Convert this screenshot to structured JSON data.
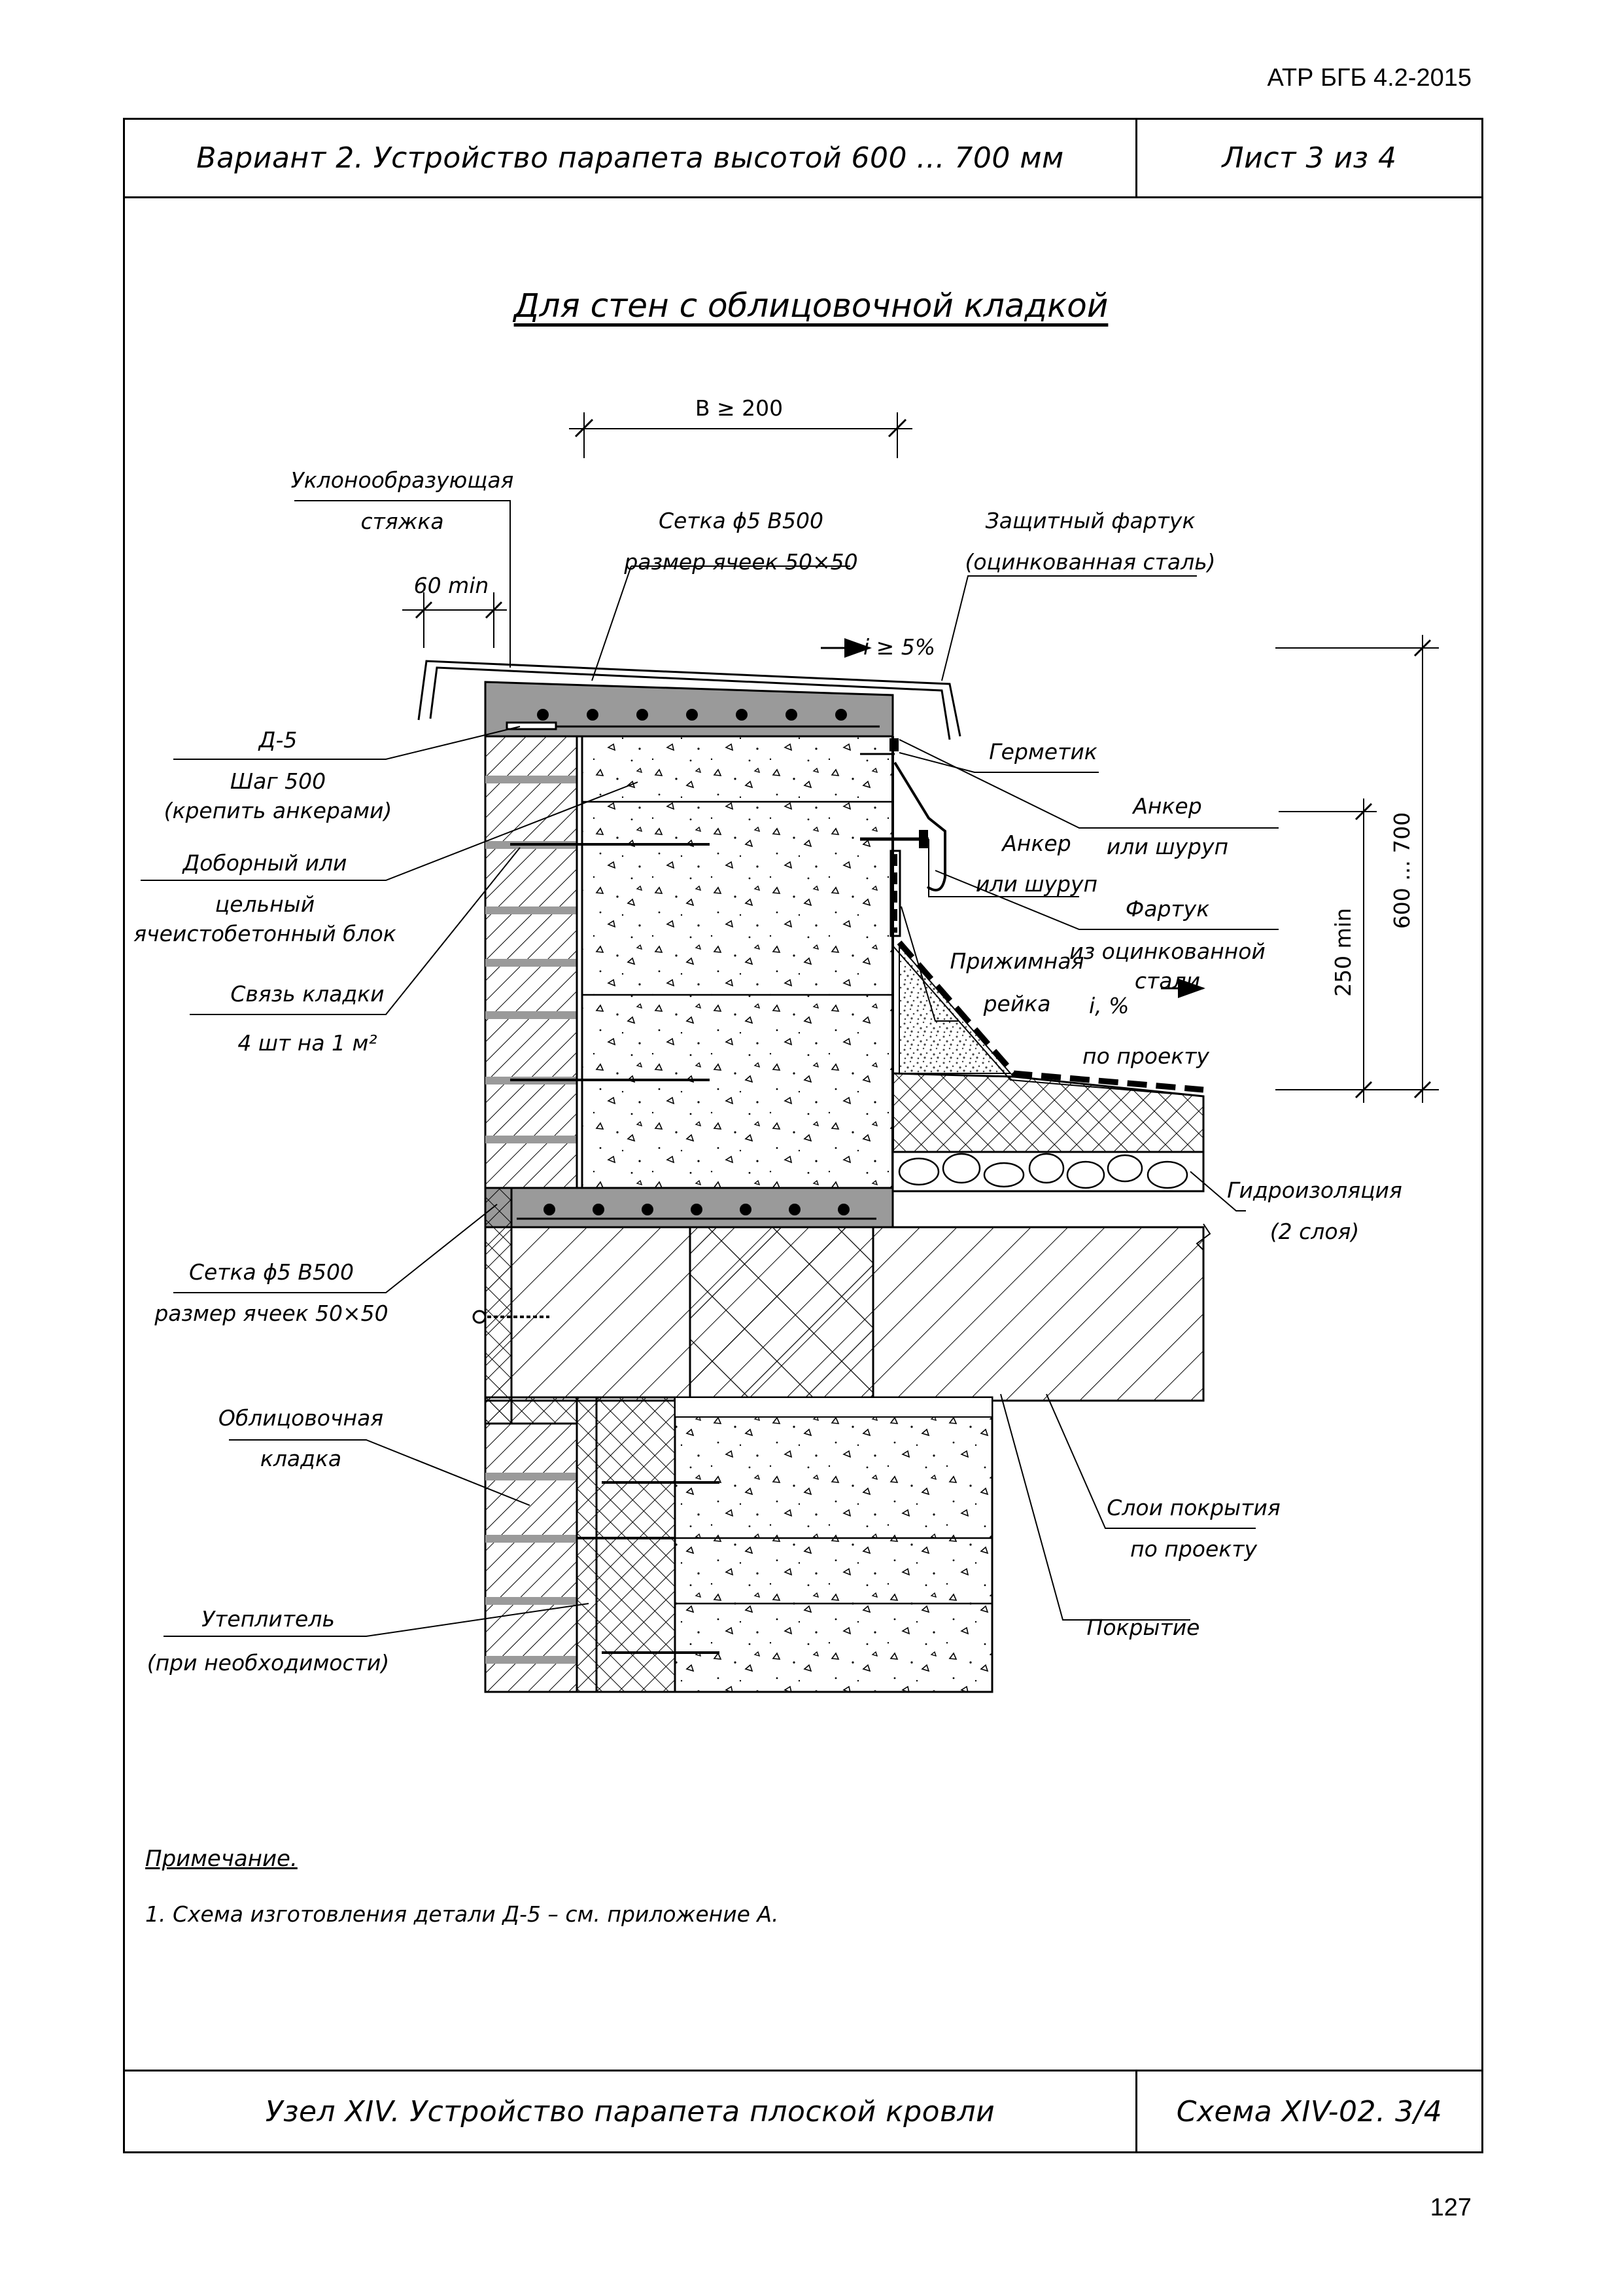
{
  "header": {
    "doc_code": "АТР БГБ 4.2-2015",
    "title": "Вариант 2. Устройство парапета высотой 600 ... 700 мм",
    "sheet": "Лист 3 из 4"
  },
  "drawing": {
    "title": "Для стен с облицовочной кладкой",
    "dim_width": "В ≥ 200",
    "dim_60": "60 min",
    "slope_top": "i ≥ 5%",
    "dim_250": "250 min",
    "dim_600": "600 ... 700",
    "slope_roof_1": "i, %",
    "slope_roof_2": "по проекту",
    "labels": {
      "screed_1": "Уклонообразующая",
      "screed_2": "стяжка",
      "mesh_top_1": "Сетка ϕ5 В500",
      "mesh_top_2": "размер ячеек 50×50",
      "apron_top_1": "Защитный фартук",
      "apron_top_2": "(оцинкованная сталь)",
      "d5_1": "Д-5",
      "d5_2": "Шаг 500",
      "d5_3": "(крепить анкерами)",
      "block_1": "Доборный или",
      "block_2": "цельный",
      "block_3": "ячеистобетонный блок",
      "tie_1": "Связь кладки",
      "tie_2": "4 шт на 1 м²",
      "sealant": "Герметик",
      "anchor1_1": "Анкер",
      "anchor1_2": "или шуруп",
      "anchor2_1": "Анкер",
      "anchor2_2": "или шуруп",
      "apron_1": "Фартук",
      "apron_2": "из оцинкованной",
      "apron_3": "стали",
      "rail_1": "Прижимная",
      "rail_2": "рейка",
      "waterproof_1": "Гидроизоляция",
      "waterproof_2": "(2 слоя)",
      "mesh_bot_1": "Сетка ϕ5 В500",
      "mesh_bot_2": "размер ячеек 50×50",
      "facing_1": "Облицовочная",
      "facing_2": "кладка",
      "layers_1": "Слои покрытия",
      "layers_2": "по проекту",
      "slab": "Покрытие",
      "insul_1": "Утеплитель",
      "insul_2": "(при необходимости)"
    }
  },
  "notes": {
    "heading": "Примечание.",
    "item_1": "1. Схема изготовления детали Д-5 – см. приложение А."
  },
  "footer": {
    "title": "Узел XIV. Устройство парапета плоской кровли",
    "scheme": "Схема XIV-02. 3/4",
    "page_number": "127"
  }
}
